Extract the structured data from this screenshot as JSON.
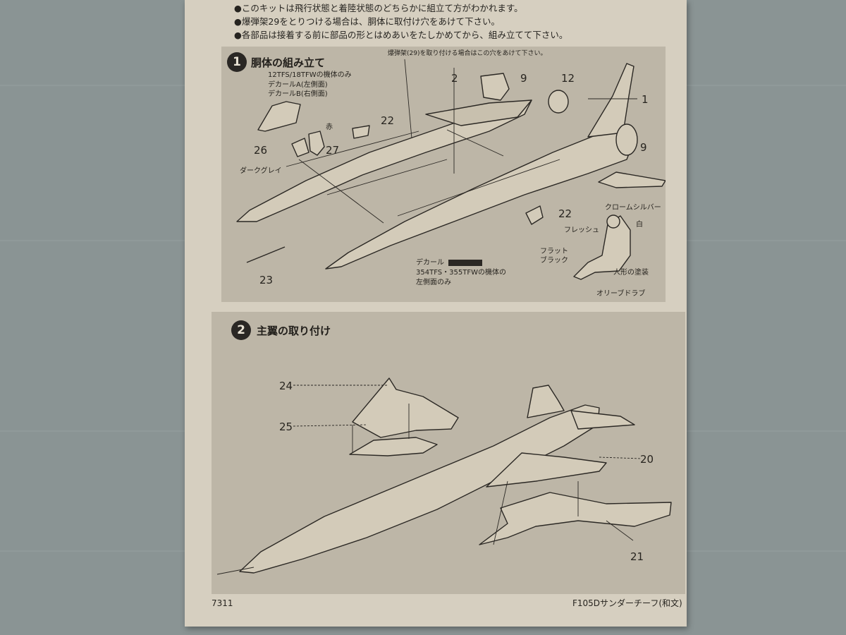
{
  "notes": [
    "●このキットは飛行状態と着陸状態のどちらかに組立て方がわかれます。",
    "●爆弾架29をとりつける場合は、胴体に取付け穴をあけて下さい。",
    "●各部品は接着する前に部品の形とはめあいをたしかめてから、組み立てて下さい。"
  ],
  "step1": {
    "number": "1",
    "title": "胴体の組み立て",
    "callout_bomb": "爆弾架(29)を取り付ける場合はこの穴をあけて下さい。",
    "decal_note": [
      "12TFS/18TFWの機体のみ",
      "デカールA(左側面)",
      "デカールB(右側面)"
    ],
    "red": "赤",
    "dark_gray": "ダークグレイ",
    "decal_label": "デカール",
    "decal_squadron": [
      "354TFS・355TFWの機体の",
      "左側面のみ"
    ],
    "chrome_silver": "クロームシルバー",
    "flesh": "フレッシュ",
    "white": "白",
    "flat_black": [
      "フラット",
      "ブラック"
    ],
    "figure_paint": "人形の塗装",
    "olive_drab": "オリーブドラブ",
    "parts": [
      "2",
      "9",
      "12",
      "1",
      "22",
      "26",
      "27",
      "9",
      "22",
      "23"
    ]
  },
  "step2": {
    "number": "2",
    "title": "主翼の取り付け",
    "parts": [
      "24",
      "25",
      "20",
      "21"
    ]
  },
  "footer": {
    "code": "7311",
    "product": "F105Dサンダーチーフ(和文)"
  }
}
